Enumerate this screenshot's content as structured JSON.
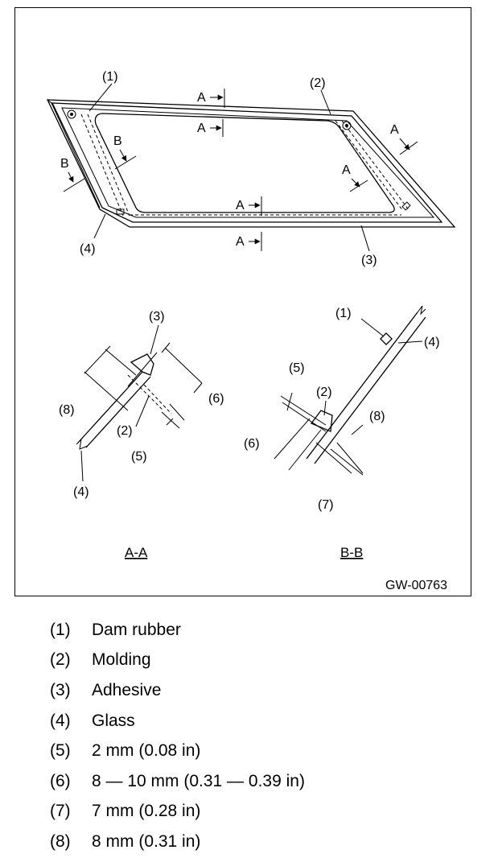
{
  "figure": {
    "code": "GW-00763",
    "top_callouts": [
      "(1)",
      "(2)",
      "(3)",
      "(4)"
    ],
    "section_marks": {
      "a": "A",
      "b": "B"
    },
    "sections": {
      "aa": "A-A",
      "bb": "B-B"
    },
    "aa_callouts": [
      "(3)",
      "(8)",
      "(6)",
      "(2)",
      "(5)",
      "(4)"
    ],
    "bb_callouts": [
      "(1)",
      "(4)",
      "(5)",
      "(2)",
      "(8)",
      "(6)",
      "(7)"
    ]
  },
  "legend": [
    {
      "num": "(1)",
      "text": "Dam rubber"
    },
    {
      "num": "(2)",
      "text": "Molding"
    },
    {
      "num": "(3)",
      "text": "Adhesive"
    },
    {
      "num": "(4)",
      "text": "Glass"
    },
    {
      "num": "(5)",
      "text": "2 mm (0.08 in)"
    },
    {
      "num": "(6)",
      "text": "8 — 10 mm (0.31 — 0.39 in)"
    },
    {
      "num": "(7)",
      "text": "7 mm (0.28 in)"
    },
    {
      "num": "(8)",
      "text": "8 mm (0.31 in)"
    }
  ]
}
